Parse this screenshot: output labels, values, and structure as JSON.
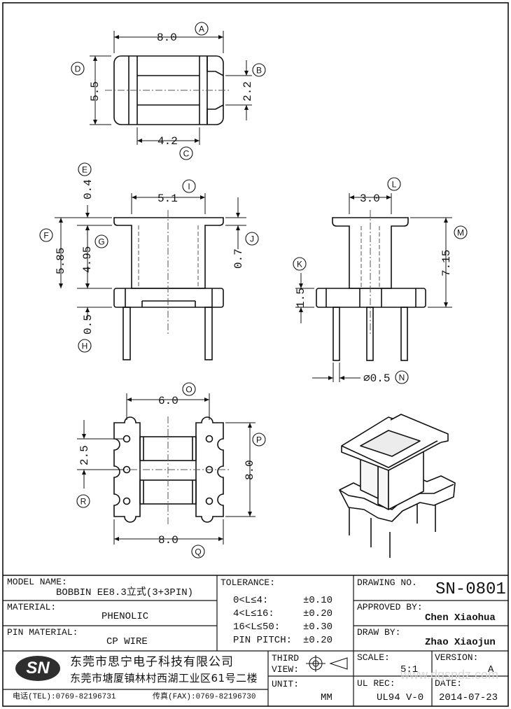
{
  "dimensions": {
    "A": "8.0",
    "B": "2.2",
    "C": "4.2",
    "D": "5.5",
    "E": "0.4",
    "F": "5.85",
    "G": "4.95",
    "H": "0.5",
    "I": "5.1",
    "J": "0.7",
    "K": "1.5",
    "L": "3.0",
    "M": "7.15",
    "N": "⌀0.5",
    "O": "6.0",
    "P": "8.0",
    "Q": "8.0",
    "R": "2.5"
  },
  "labels": [
    "A",
    "B",
    "C",
    "D",
    "E",
    "F",
    "G",
    "H",
    "I",
    "J",
    "K",
    "L",
    "M",
    "N",
    "O",
    "P",
    "Q",
    "R"
  ],
  "title_block": {
    "model_name_label": "MODEL NAME:",
    "model_name": "BOBBIN EE8.3立式(3+3PIN)",
    "material_label": "MATERIAL:",
    "material": "PHENOLIC",
    "pin_material_label": "PIN MATERIAL:",
    "pin_material": "CP WIRE",
    "tolerance_label": "TOLERANCE:",
    "tolerances": [
      {
        "range": "0<L≤4:",
        "value": "±0.10"
      },
      {
        "range": "4<L≤16:",
        "value": "±0.20"
      },
      {
        "range": "16<L≤50:",
        "value": "±0.30"
      },
      {
        "range": "PIN PITCH:",
        "value": "±0.20"
      }
    ],
    "drawing_no_label": "DRAWING NO.",
    "drawing_no": "SN-0801",
    "approved_by_label": "APPROVED BY:",
    "approved_by": "Chen Xiaohua",
    "draw_by_label": "DRAW BY:",
    "draw_by": "Zhao Xiaojun",
    "company_logo": "SN",
    "company_name": "东莞市思宁电子科技有限公司",
    "company_address": "东莞市塘厦镇林村西湖工业区61号二楼",
    "tel": "电话(TEL):0769-82196731",
    "fax": "传真(FAX):0769-82196730",
    "third_view_label_1": "THIRD",
    "third_view_label_2": "VIEW:",
    "unit_label": "UNIT:",
    "unit": "MM",
    "scale_label": "SCALE:",
    "scale": "5:1",
    "version_label": "VERSION:",
    "version": "A",
    "ul_rec_label": "UL REC:",
    "ul_rec": "UL94 V-0",
    "date_label": "DATE:",
    "date": "2014-07-23",
    "watermark": "www.dgsndz.com"
  },
  "colors": {
    "line": "#111111",
    "dash": "#555555",
    "logo_bg": "#2e2e2e"
  }
}
